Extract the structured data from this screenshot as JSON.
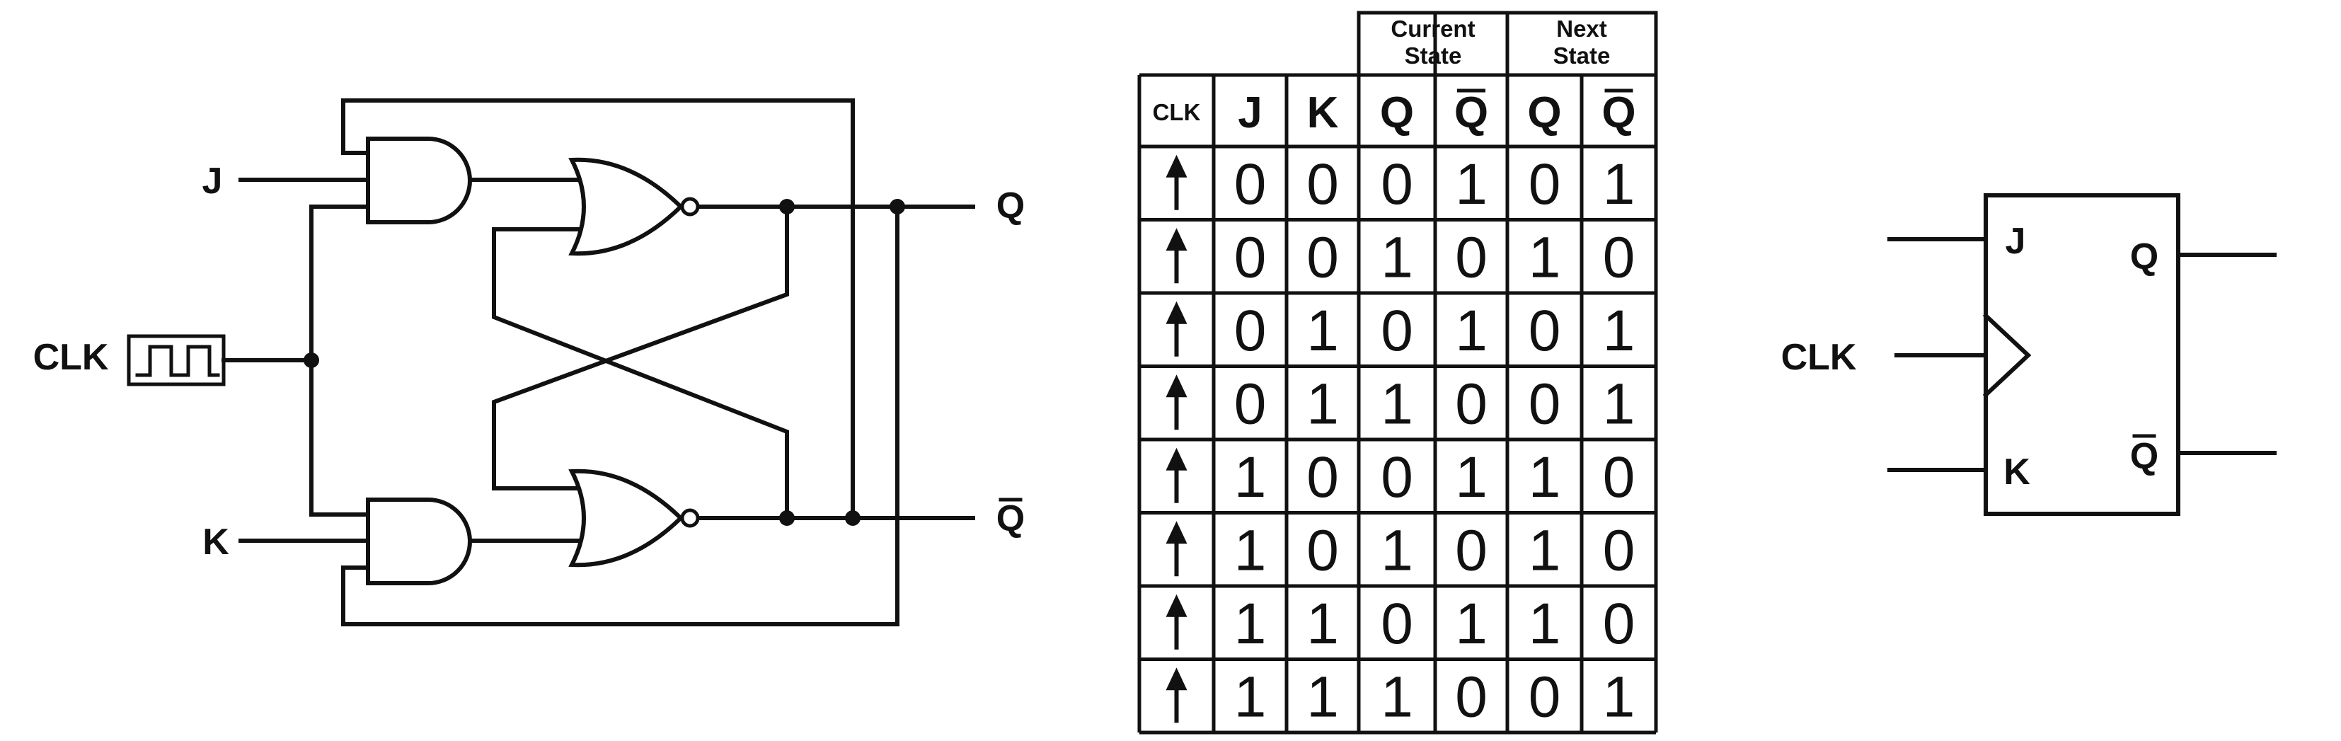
{
  "circuit": {
    "input_j": "J",
    "input_k": "K",
    "input_clk": "CLK",
    "output_q": "Q",
    "output_qbar": "Q"
  },
  "truth_table": {
    "group_current": [
      "Current",
      "State"
    ],
    "group_next": [
      "Next",
      "State"
    ],
    "columns": [
      {
        "label": "CLK",
        "overline": false
      },
      {
        "label": "J",
        "overline": false
      },
      {
        "label": "K",
        "overline": false
      },
      {
        "label": "Q",
        "overline": false
      },
      {
        "label": "Q",
        "overline": true
      },
      {
        "label": "Q",
        "overline": false
      },
      {
        "label": "Q",
        "overline": true
      }
    ],
    "clock_symbol": "rising-edge-arrow-icon",
    "rows": [
      [
        "0",
        "0",
        "0",
        "1",
        "0",
        "1"
      ],
      [
        "0",
        "0",
        "1",
        "0",
        "1",
        "0"
      ],
      [
        "0",
        "1",
        "0",
        "1",
        "0",
        "1"
      ],
      [
        "0",
        "1",
        "1",
        "0",
        "0",
        "1"
      ],
      [
        "1",
        "0",
        "0",
        "1",
        "1",
        "0"
      ],
      [
        "1",
        "0",
        "1",
        "0",
        "1",
        "0"
      ],
      [
        "1",
        "1",
        "0",
        "1",
        "1",
        "0"
      ],
      [
        "1",
        "1",
        "1",
        "0",
        "0",
        "1"
      ]
    ]
  },
  "block_symbol": {
    "pin_j": "J",
    "pin_k": "K",
    "pin_q": "Q",
    "pin_qbar": "Q",
    "input_clk": "CLK"
  }
}
